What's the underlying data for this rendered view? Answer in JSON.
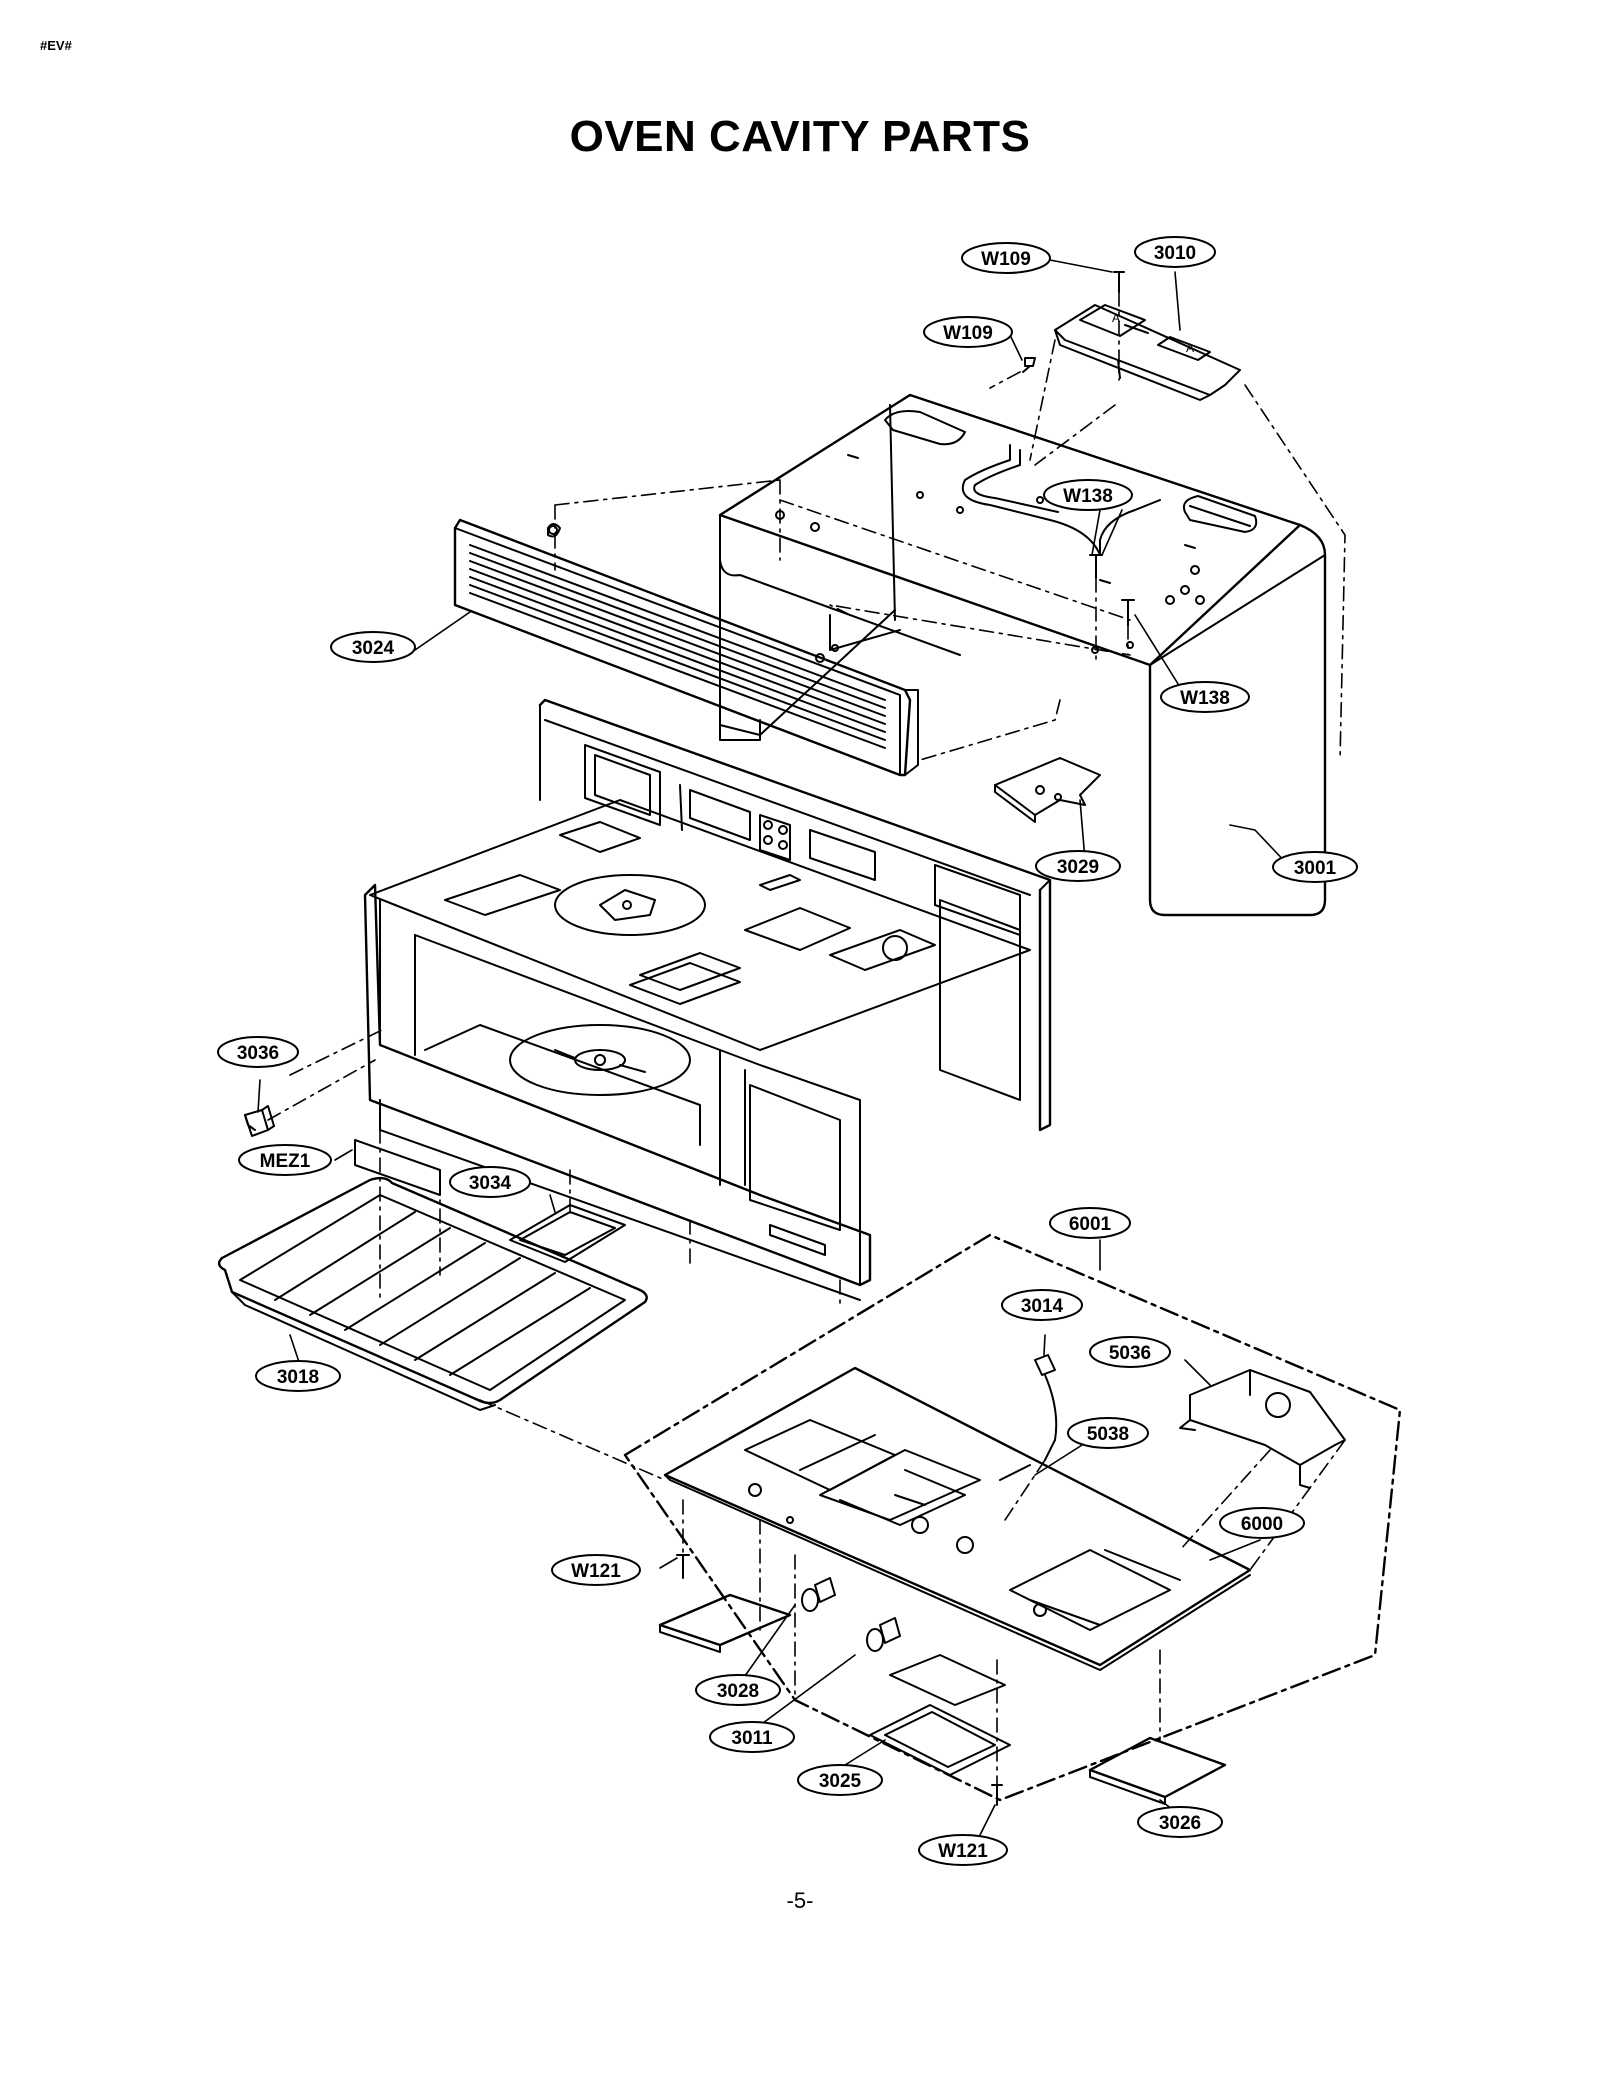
{
  "page": {
    "corner_code": "#EV#",
    "title": "OVEN CAVITY PARTS",
    "page_number": "-5-"
  },
  "callouts": [
    {
      "id": "W109",
      "text": "W109"
    },
    {
      "id": "3010",
      "text": "3010"
    },
    {
      "id": "W109b",
      "text": "W109"
    },
    {
      "id": "W138",
      "text": "W138"
    },
    {
      "id": "3024",
      "text": "3024"
    },
    {
      "id": "W138b",
      "text": "W138"
    },
    {
      "id": "3029",
      "text": "3029"
    },
    {
      "id": "3001",
      "text": "3001"
    },
    {
      "id": "3036",
      "text": "3036"
    },
    {
      "id": "MEZ1",
      "text": "MEZ1"
    },
    {
      "id": "3034",
      "text": "3034"
    },
    {
      "id": "6001",
      "text": "6001"
    },
    {
      "id": "3014",
      "text": "3014"
    },
    {
      "id": "5036",
      "text": "5036"
    },
    {
      "id": "3018",
      "text": "3018"
    },
    {
      "id": "5038",
      "text": "5038"
    },
    {
      "id": "6000",
      "text": "6000"
    },
    {
      "id": "W121",
      "text": "W121"
    },
    {
      "id": "3028",
      "text": "3028"
    },
    {
      "id": "3011",
      "text": "3011"
    },
    {
      "id": "3025",
      "text": "3025"
    },
    {
      "id": "3026",
      "text": "3026"
    },
    {
      "id": "W121b",
      "text": "W121"
    }
  ]
}
